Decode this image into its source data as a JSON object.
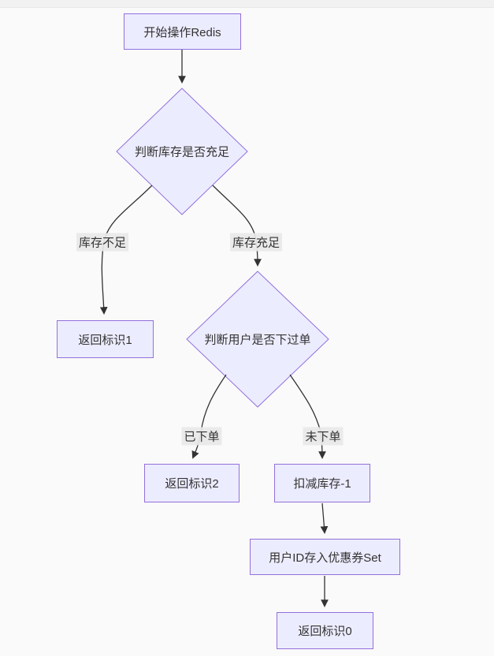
{
  "diagram": {
    "type": "flowchart",
    "nodes": {
      "start": {
        "label": "开始操作Redis",
        "shape": "rect"
      },
      "check_stock": {
        "label": "判断库存是否充足",
        "shape": "diamond"
      },
      "return1": {
        "label": "返回标识1",
        "shape": "rect"
      },
      "check_user": {
        "label": "判断用户是否下过单",
        "shape": "diamond"
      },
      "return2": {
        "label": "返回标识2",
        "shape": "rect"
      },
      "deduct": {
        "label": "扣减库存-1",
        "shape": "rect"
      },
      "save_set": {
        "label": "用户ID存入优惠券Set",
        "shape": "rect"
      },
      "return0": {
        "label": "返回标识0",
        "shape": "rect"
      }
    },
    "edge_labels": {
      "out_of_stock": "库存不足",
      "in_stock": "库存充足",
      "ordered": "已下单",
      "not_ordered": "未下单"
    },
    "edges": [
      {
        "from": "start",
        "to": "check_stock",
        "label": ""
      },
      {
        "from": "check_stock",
        "to": "return1",
        "label": "库存不足"
      },
      {
        "from": "check_stock",
        "to": "check_user",
        "label": "库存充足"
      },
      {
        "from": "check_user",
        "to": "return2",
        "label": "已下单"
      },
      {
        "from": "check_user",
        "to": "deduct",
        "label": "未下单"
      },
      {
        "from": "deduct",
        "to": "save_set",
        "label": ""
      },
      {
        "from": "save_set",
        "to": "return0",
        "label": ""
      }
    ],
    "colors": {
      "node_fill": "#ECECFF",
      "node_border": "#9370DB",
      "edge_stroke": "#333333",
      "edge_label_bg": "#e8e8e8",
      "text": "#333333",
      "page_background": "#fafafa"
    }
  }
}
